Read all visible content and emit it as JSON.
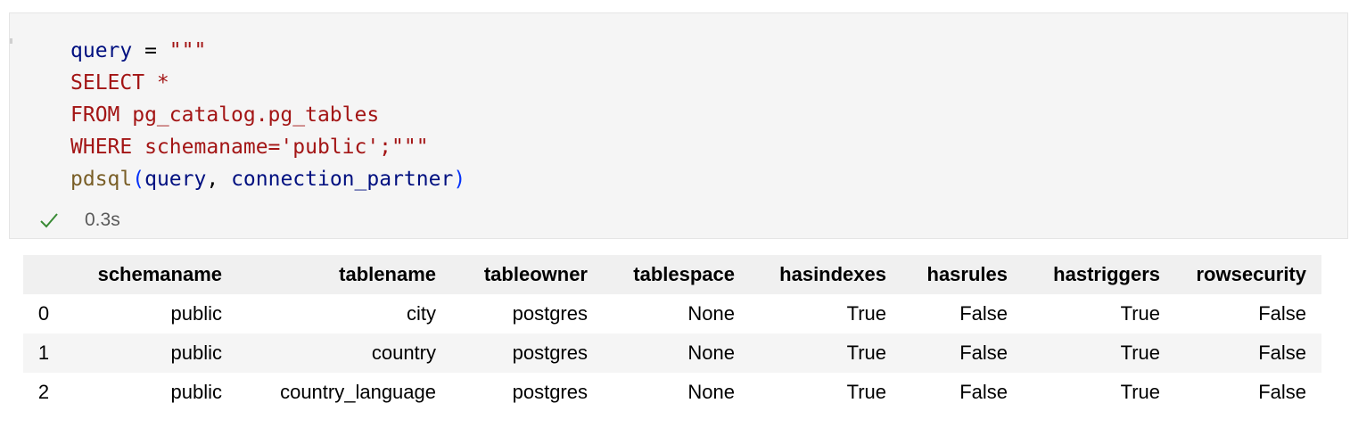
{
  "cell": {
    "code_lines": [
      [
        {
          "text": "query",
          "type": "var"
        },
        {
          "text": " = ",
          "type": "op"
        },
        {
          "text": "\"\"\"",
          "type": "str"
        }
      ],
      [
        {
          "text": "SELECT *",
          "type": "str"
        }
      ],
      [
        {
          "text": "FROM pg_catalog.pg_tables",
          "type": "str"
        }
      ],
      [
        {
          "text": "WHERE schemaname='public';\"\"\"",
          "type": "str"
        }
      ],
      [
        {
          "text": "pdsql",
          "type": "fn"
        },
        {
          "text": "(",
          "type": "punc"
        },
        {
          "text": "query",
          "type": "var"
        },
        {
          "text": ", ",
          "type": "op"
        },
        {
          "text": "connection_partner",
          "type": "var"
        },
        {
          "text": ")",
          "type": "punc"
        }
      ]
    ],
    "status": {
      "icon": "check-icon",
      "time": "0.3s",
      "color": "#388a34"
    }
  },
  "output": {
    "columns": [
      "",
      "schemaname",
      "tablename",
      "tableowner",
      "tablespace",
      "hasindexes",
      "hasrules",
      "hastriggers",
      "rowsecurity"
    ],
    "rows": [
      [
        "0",
        "public",
        "city",
        "postgres",
        "None",
        "True",
        "False",
        "True",
        "False"
      ],
      [
        "1",
        "public",
        "country",
        "postgres",
        "None",
        "True",
        "False",
        "True",
        "False"
      ],
      [
        "2",
        "public",
        "country_language",
        "postgres",
        "None",
        "True",
        "False",
        "True",
        "False"
      ]
    ]
  }
}
